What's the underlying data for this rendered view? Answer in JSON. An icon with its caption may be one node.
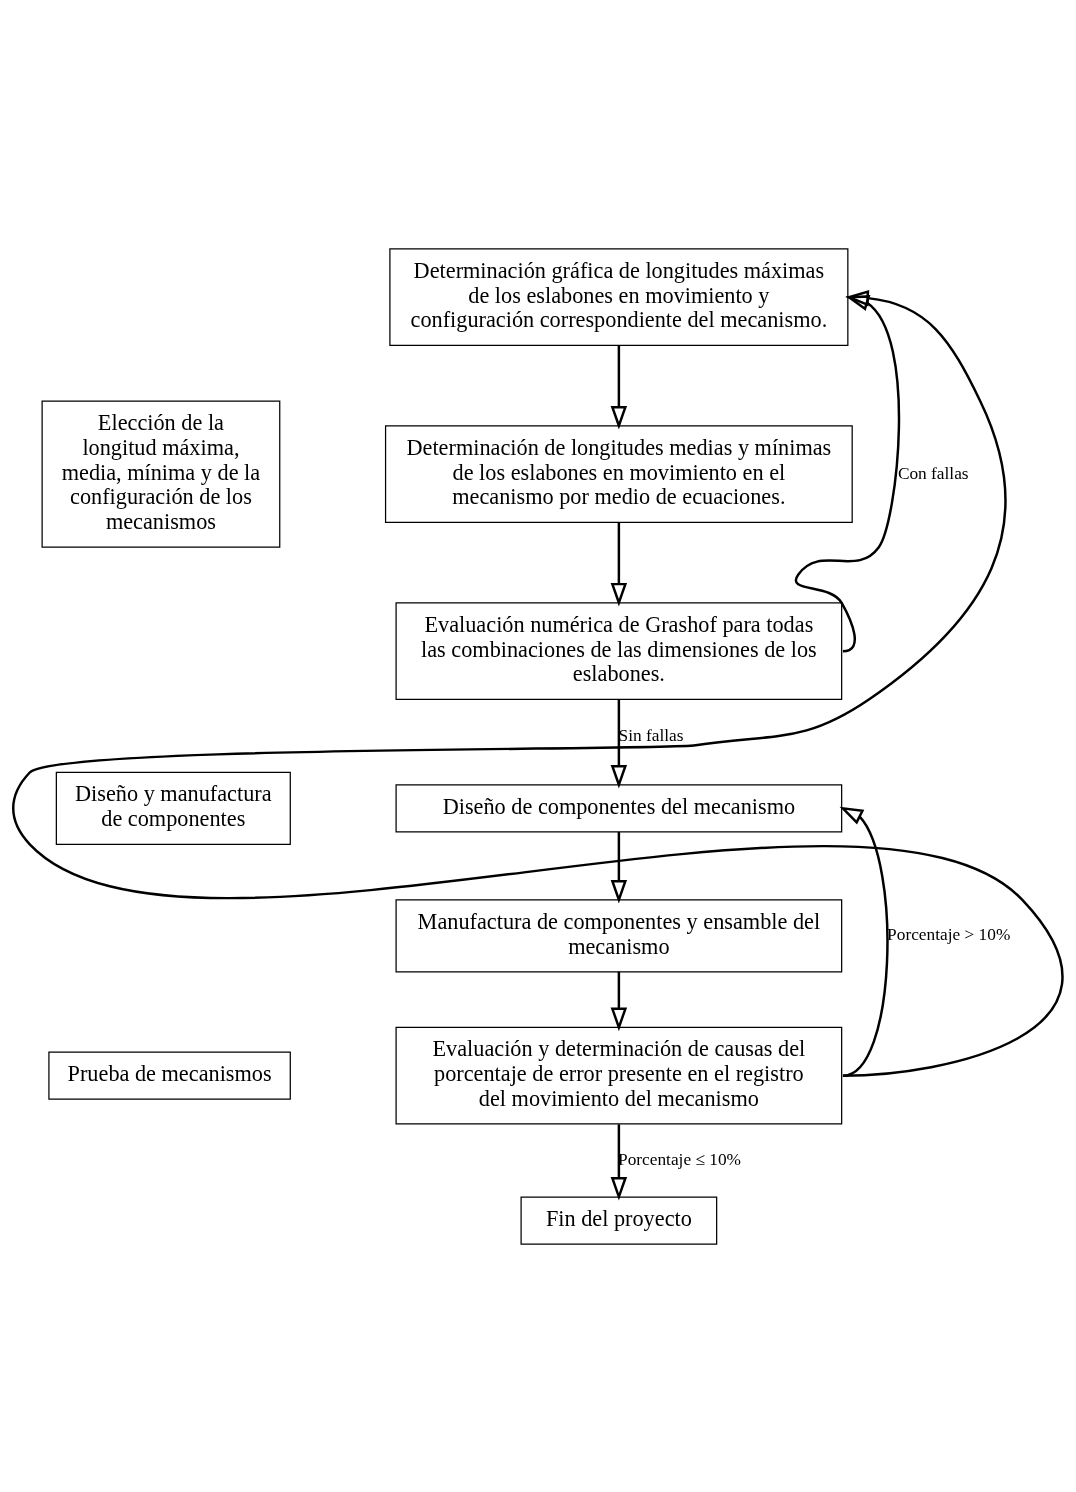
{
  "diagram": {
    "nodes": [
      {
        "text": [
          "Elección de la longitud máxima, media, mínima y de la configuración de los mecanismos"
        ]
      },
      {
        "text": [
          "Determinación gráfica de longitudes máximas de los eslabones en movimiento y configuración correspondiente del mecanismo."
        ]
      },
      {
        "text": [
          "Determinación de longitudes medias y mínimas de los eslabones en movimiento en el mecanismo por medio de ecuaciones."
        ]
      },
      {
        "text": [
          "Evaluación numérica de Grashof para todas las combinaciones de las dimensiones de los eslabones."
        ]
      },
      {
        "text": [
          "Diseño y manufactura de componentes"
        ]
      },
      {
        "text": [
          "Diseño de componentes del mecanismo"
        ]
      },
      {
        "text": [
          "Manufactura de componentes y ensamble del mecanismo"
        ]
      },
      {
        "text": [
          "Prueba de mecanismos"
        ]
      },
      {
        "text": [
          "Evaluación y determinación de causas del porcentaje de error presente en el registro del movimiento del mecanismo"
        ]
      },
      {
        "text": [
          "Fin del proyecto"
        ]
      }
    ],
    "edges": [
      {
        "from": 1,
        "to": 2,
        "arrow": "to"
      },
      {
        "from": 2,
        "to": 3,
        "arrow": "to"
      },
      {
        "from": 3,
        "to": 5,
        "arrow": "to",
        "label": "Sin fallas"
      },
      {
        "from": 5,
        "to": 6,
        "arrow": "to"
      },
      {
        "from": 6,
        "to": 8,
        "arrow": "to"
      },
      {
        "from": 8,
        "to": 9,
        "arrow": "to",
        "label": "Porcentaje ≤ 10%"
      },
      {
        "from": 3,
        "to": 1,
        "arrow": "to",
        "label": "Con fallas"
      },
      {
        "from": 8,
        "to": 5,
        "arrow": "to",
        "label": "Porcentaje > 10%"
      },
      {
        "from": 8,
        "to": 1,
        "arrow": "to"
      }
    ]
  }
}
